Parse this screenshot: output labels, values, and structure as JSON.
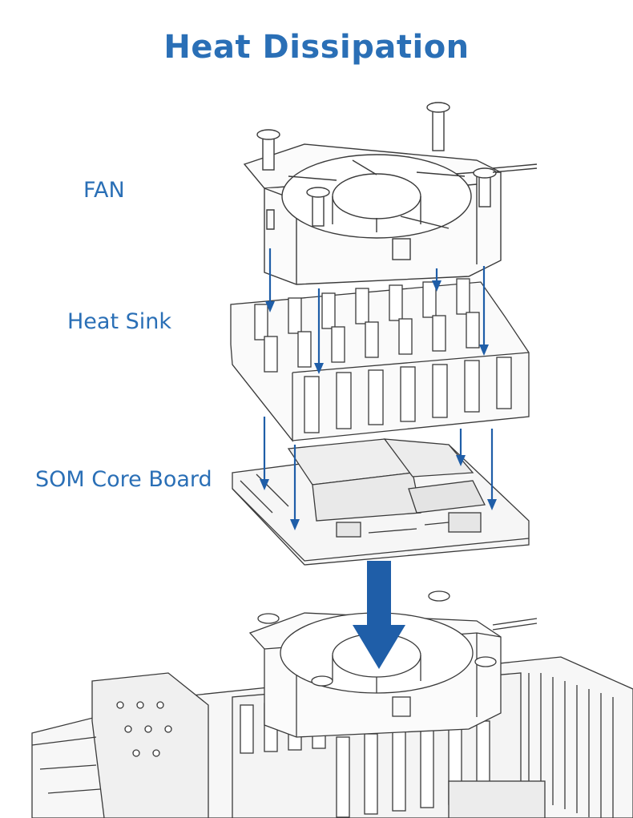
{
  "title": "Heat Dissipation",
  "labels": {
    "fan": "FAN",
    "heat_sink": "Heat Sink",
    "som": "SOM Core Board"
  },
  "colors": {
    "accent": "#2a6fb6",
    "arrow": "#1f5ea8",
    "line": "#3a3a3a",
    "panel": "#f4f4f4"
  },
  "icons": [
    "fan-icon",
    "heat-sink-icon",
    "som-board-icon",
    "carrier-board-icon",
    "down-arrow-icon"
  ]
}
